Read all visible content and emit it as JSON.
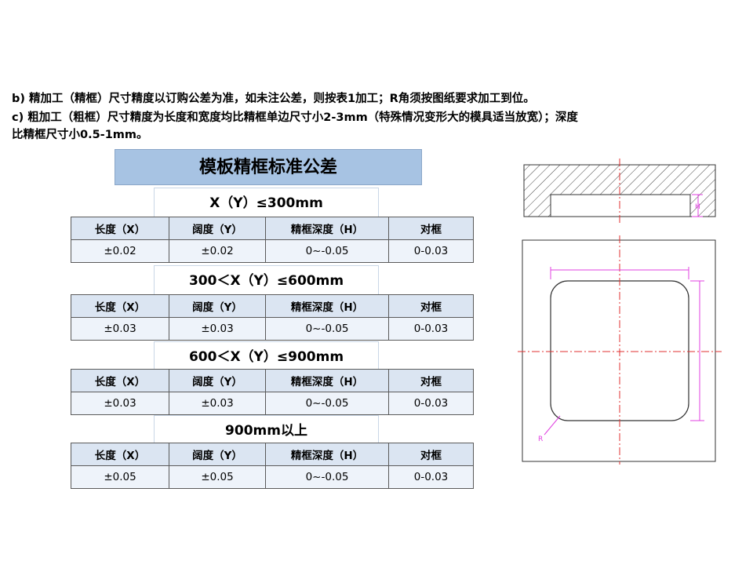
{
  "notes": {
    "b": "b) 精加工（精框）尺寸精度以订购公差为准，如未注公差，则按表1加工；R角须按图纸要求加工到位。",
    "c1": "c) 粗加工（粗框）尺寸精度为长度和宽度均比精框单边尺寸小2-3mm（特殊情况变形大的模具适当放宽）；深度",
    "c2": "比精框尺寸小0.5-1mm。"
  },
  "banner": "模板精框标准公差",
  "columns": [
    "长度（X）",
    "阔度（Y）",
    "精框深度（H）",
    "对框"
  ],
  "sections": [
    {
      "title": "X（Y）≤300mm",
      "values": [
        "±0.02",
        "±0.02",
        "0~-0.05",
        "0-0.03"
      ]
    },
    {
      "title": "300＜X（Y）≤600mm",
      "values": [
        "±0.03",
        "±0.03",
        "0~-0.05",
        "0-0.03"
      ]
    },
    {
      "title": "600＜X（Y）≤900mm",
      "values": [
        "±0.03",
        "±0.03",
        "0~-0.05",
        "0-0.03"
      ]
    },
    {
      "title": "900mm以上",
      "values": [
        "±0.05",
        "±0.05",
        "0~-0.05",
        "0-0.03"
      ]
    }
  ],
  "drawing": {
    "depth_label": "H",
    "radius_label": "R",
    "colors": {
      "outline": "#333333",
      "center": "#e03030",
      "dimension": "#e040e0"
    }
  }
}
